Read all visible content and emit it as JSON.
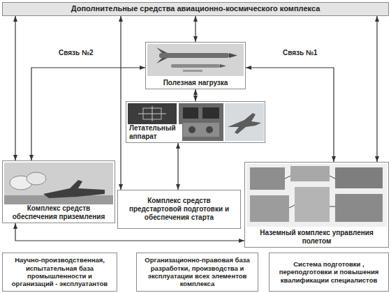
{
  "diagram": {
    "nodes": [
      {
        "text": [
          "Дополнительные средства авиационно-космического комплекса"
        ]
      },
      {
        "text": [
          "Полезная нагрузка"
        ]
      },
      {
        "text": [
          "Летательный аппарат"
        ]
      },
      {
        "text": [
          "Комплекс средств обеспечения приземления"
        ]
      },
      {
        "text": [
          "Комплекс средств предстартовой подготовки и обеспечения старта"
        ]
      },
      {
        "text": [
          "Наземный комплекс управления полетом"
        ]
      },
      {
        "text": [
          "Научно-производственная, испытательная база промышленности и организаций - эксплуатантов"
        ]
      },
      {
        "text": [
          "Организационно-правовая база разработки, производства и эксплуатации всех элементов комплекса"
        ]
      },
      {
        "text": [
          "Система подготовки , переподготовки и повышения квалификации специалистов"
        ]
      }
    ],
    "edges": [
      {
        "from": 0,
        "to": 3,
        "arrow": "both"
      },
      {
        "from": 0,
        "to": 1,
        "arrow": "both"
      },
      {
        "from": 0,
        "to": 4,
        "arrow": "both"
      },
      {
        "from": 0,
        "to": 5,
        "arrow": "both"
      },
      {
        "from": 3,
        "to": 1,
        "arrow": "both"
      },
      {
        "from": 1,
        "to": 5,
        "arrow": "both"
      },
      {
        "from": 1,
        "to": 2,
        "arrow": "both"
      },
      {
        "from": 2,
        "to": 4,
        "arrow": "both"
      },
      {
        "from": 3,
        "to": 5,
        "arrow": "both"
      }
    ],
    "labels": [
      "Связь №2",
      "Связь №1"
    ]
  }
}
